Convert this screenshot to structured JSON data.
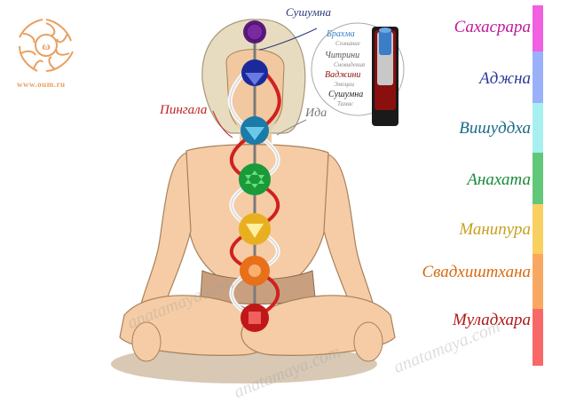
{
  "site": {
    "url": "www.oum.ru"
  },
  "nadis": {
    "sushumna": "Сушумна",
    "pingala": "Пингала",
    "ida": "Ида"
  },
  "inset": [
    {
      "main": "Брахма",
      "sub": "Сознание",
      "color": "#3a7ec8"
    },
    {
      "main": "Читрини",
      "sub": "Сновидения",
      "color": "#555555"
    },
    {
      "main": "Ваджини",
      "sub": "Эмоции",
      "color": "#8a1010"
    },
    {
      "main": "Сушумна",
      "sub": "Тамас",
      "color": "#222222"
    }
  ],
  "chakras": [
    {
      "name": "Сахасрара",
      "color": "#c0189a",
      "bar": "#f060e0"
    },
    {
      "name": "Аджна",
      "color": "#2a3a9a",
      "bar": "#9ab0f8"
    },
    {
      "name": "Вишуддха",
      "color": "#1a6a8a",
      "bar": "#a8f0f0"
    },
    {
      "name": "Анахата",
      "color": "#1a8a3a",
      "bar": "#60c878"
    },
    {
      "name": "Манипура",
      "color": "#c8a020",
      "bar": "#f8d060"
    },
    {
      "name": "Свадхиштхана",
      "color": "#d86a10",
      "bar": "#f8a860"
    },
    {
      "name": "Муладхара",
      "color": "#b01818",
      "bar": "#f86868"
    }
  ],
  "watermark": "anatamaya.com"
}
